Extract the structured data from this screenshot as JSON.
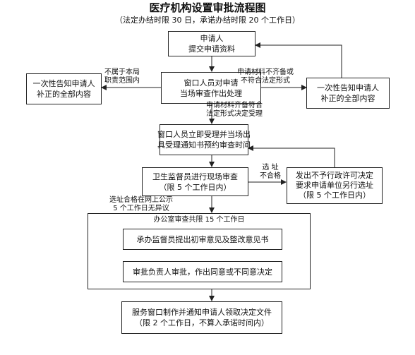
{
  "header": {
    "title": "医疗机构设置审批流程图",
    "subtitle": "（法定办结时限 30 日，承诺办结时限 20 个工作日）"
  },
  "nodes": {
    "submit": [
      "申请人",
      "提交申请资料"
    ],
    "window_review": [
      "窗口人员对申请",
      "当场审查作出处理"
    ],
    "notify_left": [
      "一次性告知申请人",
      "补正的全部内容"
    ],
    "notify_right": [
      "一次性告知申请人",
      "补正的全部内容"
    ],
    "accept": [
      "窗口人员立即受理并当场出",
      "具受理通知书预约审查时间"
    ],
    "onsite": [
      "卫生监督员进行现场审查",
      "（限 5 个工作日内）"
    ],
    "reject": [
      "发出不予行政许可决定",
      "要求申请单位另行选址",
      "（限 5 个工作日内）"
    ],
    "office_title": "办公室审查共限 15 个工作日",
    "supervisor": "承办监督员提出初审意见及整改意见书",
    "approver": "审批负责人审批，作出同意或不同意决定",
    "final": [
      "服务窗口制作并通知申请人领取决定文件",
      "（限 2 个工作日，不算入承诺时间内）"
    ]
  },
  "labels": {
    "out_of_scope": [
      "不属于本局",
      "职责范围内"
    ],
    "incomplete": [
      "申请材料不齐备或",
      "不符合法定形式"
    ],
    "complete": [
      "申请材料齐备符合",
      "法定形式决定受理"
    ],
    "site_fail": [
      "选  址",
      "不合格"
    ],
    "site_pass": [
      "选址合格在网上公示",
      "5 个工作日无异议"
    ]
  }
}
